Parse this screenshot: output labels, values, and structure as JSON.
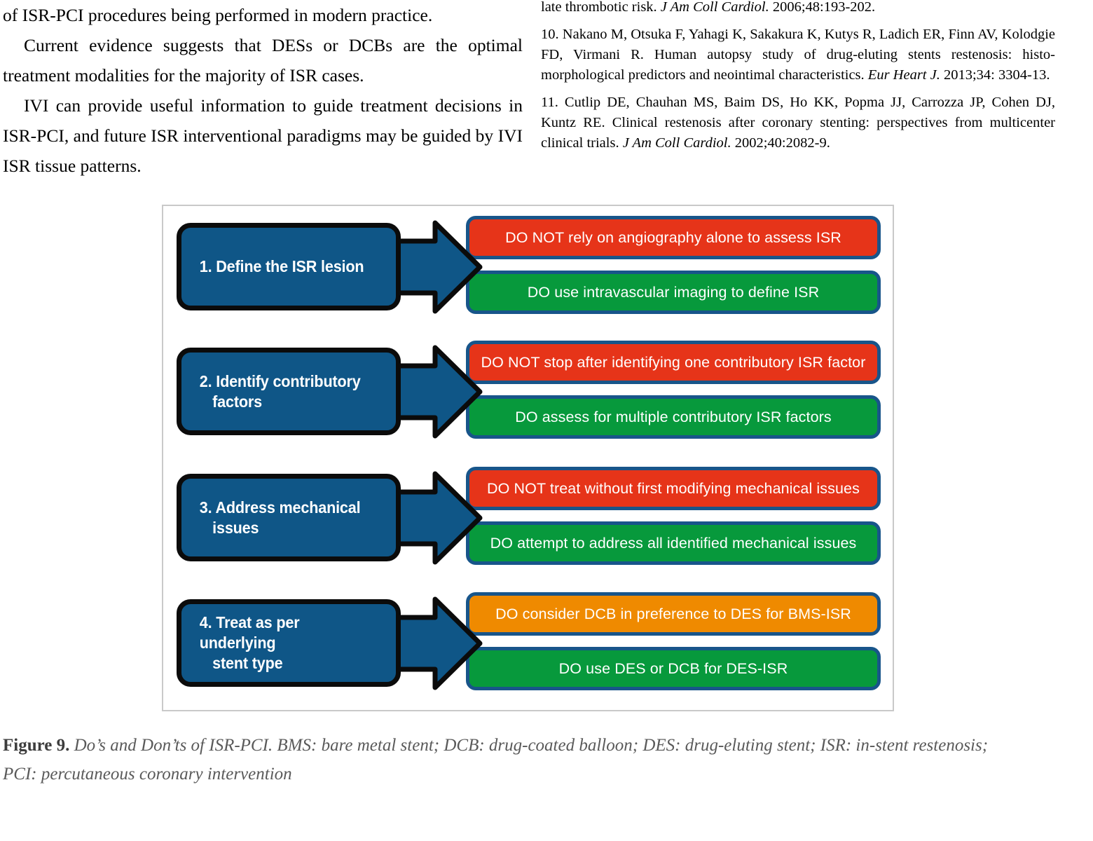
{
  "article": {
    "left_column": {
      "paragraphs": [
        "of ISR-PCI procedures being performed in modern practice.",
        "Current evidence suggests that DESs or DCBs are the optimal treatment modalities for the majority of ISR cases.",
        "IVI can provide useful information to guide treatment decisions in ISR-PCI, and future ISR interventional paradigms may be guided by IVI ISR tissue patterns."
      ]
    },
    "right_column": {
      "reference_tail": "late thrombotic risk. J Am Coll Cardiol. 2006;48:193-202.",
      "reference_tail_plain_1": "late thrombotic risk. ",
      "reference_tail_italic": "J Am Coll Cardiol.",
      "reference_tail_plain_2": " 2006;48:193-202.",
      "references": [
        {
          "number": "10.",
          "authors_title": " Nakano M, Otsuka F, Yahagi K, Sakakura K, Kutys R, Ladich ER, Finn AV, Kolodgie FD, Virmani R. Human autopsy study of drug-eluting stents restenosis: histo-morphological predictors and neointimal characteristics. ",
          "journal": "Eur Heart J.",
          "citation": " 2013;34: 3304-13."
        },
        {
          "number": "11.",
          "authors_title": " Cutlip DE, Chauhan MS, Baim DS, Ho KK, Popma JJ, Carrozza JP, Cohen DJ, Kuntz RE. Clinical restenosis after coronary stenting: perspectives from multicenter clinical trials. ",
          "journal": "J Am Coll Cardiol.",
          "citation": " 2002;40:2082-9."
        }
      ]
    }
  },
  "figure": {
    "colors": {
      "step_fill": "#0f5687",
      "step_border": "#0b0b0b",
      "statement_border": "#18558a",
      "red": "#e63419",
      "green": "#07993c",
      "orange": "#ef8a00",
      "frame_border": "#c9c9c9"
    },
    "rows": [
      {
        "step_line1": "1. Define the ISR lesion",
        "step_line2": "",
        "dont": "DO NOT rely on angiography alone to assess ISR",
        "do": "DO use intravascular imaging to define ISR",
        "dont_color": "red",
        "do_color": "green"
      },
      {
        "step_line1": "2. Identify contributory",
        "step_line2": "factors",
        "dont": "DO NOT stop after identifying one contributory ISR factor",
        "do": "DO assess for multiple contributory ISR factors",
        "dont_color": "red",
        "do_color": "green"
      },
      {
        "step_line1": "3. Address mechanical",
        "step_line2": "issues",
        "dont": "DO NOT treat without first modifying mechanical issues",
        "do": "DO attempt to address all identified mechanical issues",
        "dont_color": "red",
        "do_color": "green"
      },
      {
        "step_line1": "4. Treat as per underlying",
        "step_line2": "stent type",
        "dont": "DO consider DCB in preference to DES for BMS-ISR",
        "do": "DO use DES or DCB for DES-ISR",
        "dont_color": "orange",
        "do_color": "green"
      }
    ]
  },
  "caption": {
    "lead": "Figure 9.",
    "line1": " Do’s and Don’ts of ISR-PCI. BMS: bare metal stent; DCB: drug-coated balloon; DES: drug-eluting stent; ISR: in-stent restenosis;",
    "line2": "PCI: percutaneous coronary intervention"
  }
}
